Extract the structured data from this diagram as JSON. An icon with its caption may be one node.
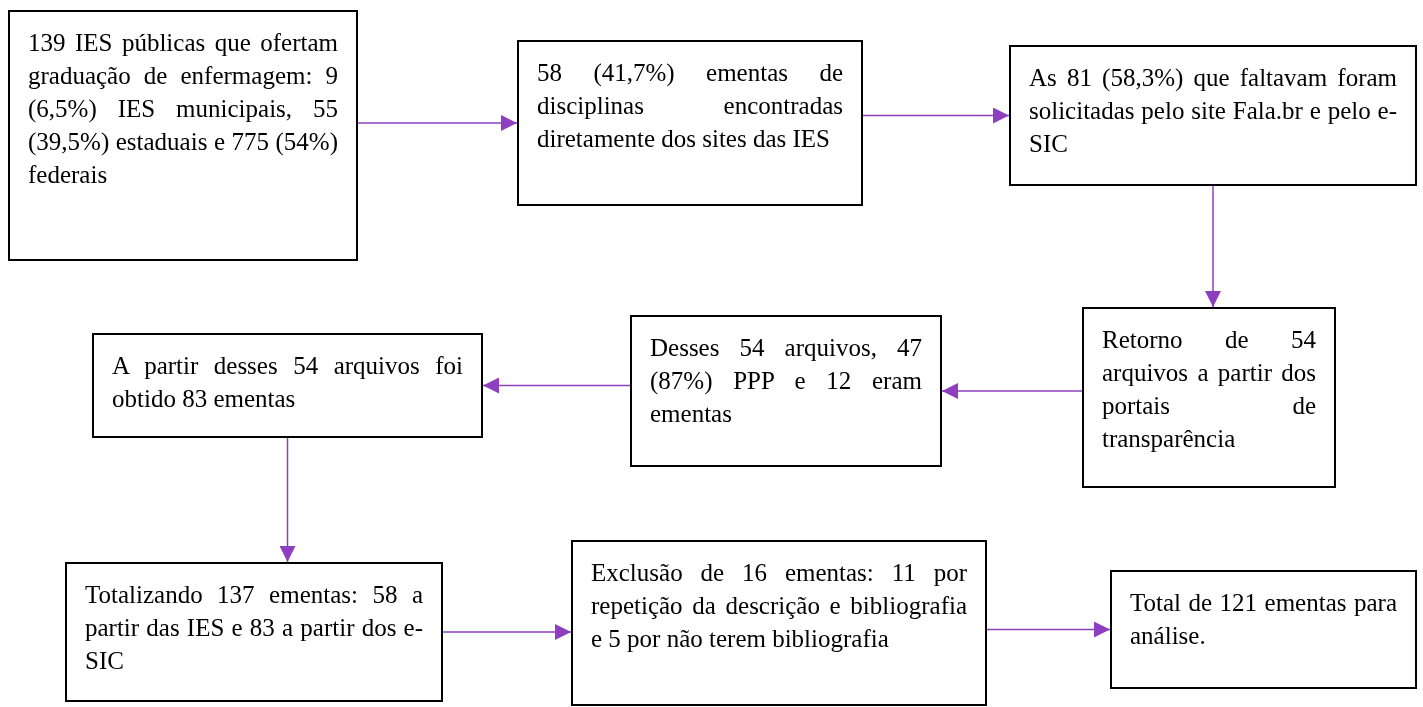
{
  "diagram": {
    "nodes": [
      {
        "text": [
          "139 IES públicas que ofertam graduação de enfermagem: 9 (6,5%) IES municipais, 55 (39,5%) estaduais e 775 (54%) federais"
        ]
      },
      {
        "text": [
          "58 (41,7%) ementas de disciplinas encontradas diretamente dos sites das IES"
        ]
      },
      {
        "text": [
          "As 81 (58,3%) que faltavam foram solicitadas pelo site Fala.br e pelo e-SIC"
        ]
      },
      {
        "text": [
          "Retorno de 54 arquivos a partir dos portais de transparência"
        ]
      },
      {
        "text": [
          "Desses 54 arquivos, 47 (87%) PPP e 12 eram ementas"
        ]
      },
      {
        "text": [
          "A partir desses 54 arquivos foi obtido 83 ementas"
        ]
      },
      {
        "text": [
          "Totalizando 137 ementas: 58 a partir das IES e 83 a partir dos e-SIC"
        ]
      },
      {
        "text": [
          "Exclusão de 16 ementas: 11 por repetição da descrição e bibliografia e 5 por não terem bibliografia"
        ]
      },
      {
        "text": [
          "Total de 121 ementas para análise."
        ]
      }
    ],
    "edges": [
      {
        "from": 0,
        "to": 1,
        "arrow": "to"
      },
      {
        "from": 1,
        "to": 2,
        "arrow": "to"
      },
      {
        "from": 2,
        "to": 3,
        "arrow": "to"
      },
      {
        "from": 3,
        "to": 4,
        "arrow": "to"
      },
      {
        "from": 4,
        "to": 5,
        "arrow": "to"
      },
      {
        "from": 5,
        "to": 6,
        "arrow": "to"
      },
      {
        "from": 6,
        "to": 7,
        "arrow": "to"
      },
      {
        "from": 7,
        "to": 8,
        "arrow": "to"
      }
    ]
  }
}
